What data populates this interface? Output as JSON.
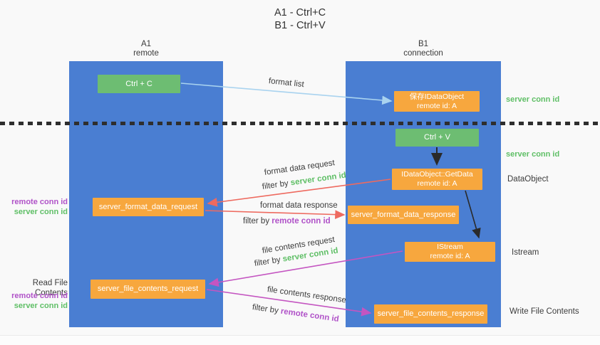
{
  "title": {
    "line1": "A1 - Ctrl+C",
    "line2": "B1 - Ctrl+V"
  },
  "columns": [
    {
      "name": "A1",
      "subtitle": "remote"
    },
    {
      "name": "B1",
      "subtitle": "connection"
    }
  ],
  "nodes": {
    "ctrl_c": "Ctrl + C",
    "save_idataobject": {
      "line1": "保存IDataObject",
      "line2": "remote id: A"
    },
    "ctrl_v": "Ctrl + V",
    "getdata": {
      "line1": "IDataObject::GetData",
      "line2": "remote id: A"
    },
    "format_request": "server_format_data_request",
    "format_response": "server_format_data_response",
    "istream": {
      "line1": "IStream",
      "line2": "remote id: A"
    },
    "file_request": "server_file_contents_request",
    "file_response": "server_file_contents_response"
  },
  "terms": {
    "server_conn_id": "server conn id",
    "remote_conn_id": "remote conn id",
    "filter_by": "filter by "
  },
  "left_labels": {
    "read_file_contents": "Read File Contents"
  },
  "right_labels": {
    "dataobject": "DataObject",
    "istream": "Istream",
    "write_file_contents": "Write File Contents"
  },
  "mid_labels": {
    "format_list": "format list",
    "format_data_request": "format data request",
    "format_data_response": "format data response",
    "file_contents_request": "file contents request",
    "file_contents_response": "file contents response"
  },
  "colors": {
    "column_blue": "#4a7ed2",
    "box_green": "#6dbd72",
    "box_orange": "#f7a73e",
    "green_text": "#5fbf66",
    "purple_text": "#b052c8",
    "arrow_salmon": "#ee6a5f",
    "arrow_magenta": "#c455c1",
    "arrow_blue": "#a9d3ef",
    "arrow_black": "#2a2a2a",
    "text_dark": "#3b3b3b",
    "background": "#f9f9f9"
  }
}
